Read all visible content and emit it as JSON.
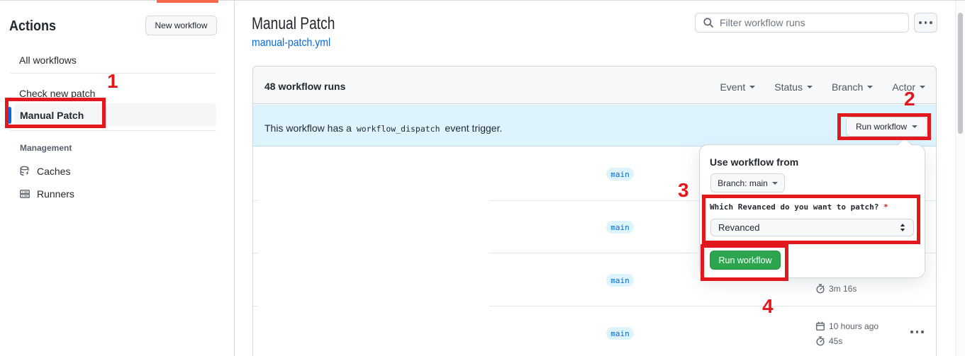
{
  "page": {
    "title": "Manual Patch",
    "workflow_file": "manual-patch.yml"
  },
  "sidebar": {
    "title": "Actions",
    "new_workflow_button": "New workflow",
    "items": [
      {
        "label": "All workflows"
      },
      {
        "label": "Check new patch"
      },
      {
        "label": "Manual Patch",
        "selected": true
      }
    ],
    "management": {
      "label": "Management",
      "items": [
        {
          "label": "Caches",
          "icon": "cache-database-icon"
        },
        {
          "label": "Runners",
          "icon": "server-icon"
        }
      ]
    }
  },
  "header": {
    "search_placeholder": "Filter workflow runs"
  },
  "runs_panel": {
    "count_label": "48 workflow runs",
    "filters": [
      {
        "label": "Event"
      },
      {
        "label": "Status"
      },
      {
        "label": "Branch"
      },
      {
        "label": "Actor"
      }
    ],
    "banner": {
      "text_before": "This workflow has a",
      "code": "workflow_dispatch",
      "text_after": "event trigger.",
      "run_workflow_button": "Run workflow"
    },
    "rows": [
      {
        "branch": "main"
      },
      {
        "branch": "main"
      },
      {
        "branch": "main",
        "duration": "3m 16s"
      },
      {
        "branch": "main",
        "time_ago": "10 hours ago",
        "duration": "45s"
      }
    ]
  },
  "popover": {
    "title": "Use workflow from",
    "branch_button": "Branch: main",
    "input_label": "Which Revanced do you want to patch?",
    "required_marker": "*",
    "select_value": "Revanced",
    "run_button": "Run workflow"
  },
  "annotations": {
    "one": "1",
    "two": "2",
    "three": "3",
    "four": "4",
    "red": "#e2181e",
    "orange_strip": "#f9684a"
  },
  "colors": {
    "link_blue": "#0969da",
    "banner_bg": "#ddf4ff",
    "green_button": "#2da44e",
    "panel_header_bg": "#f6f8fa"
  }
}
